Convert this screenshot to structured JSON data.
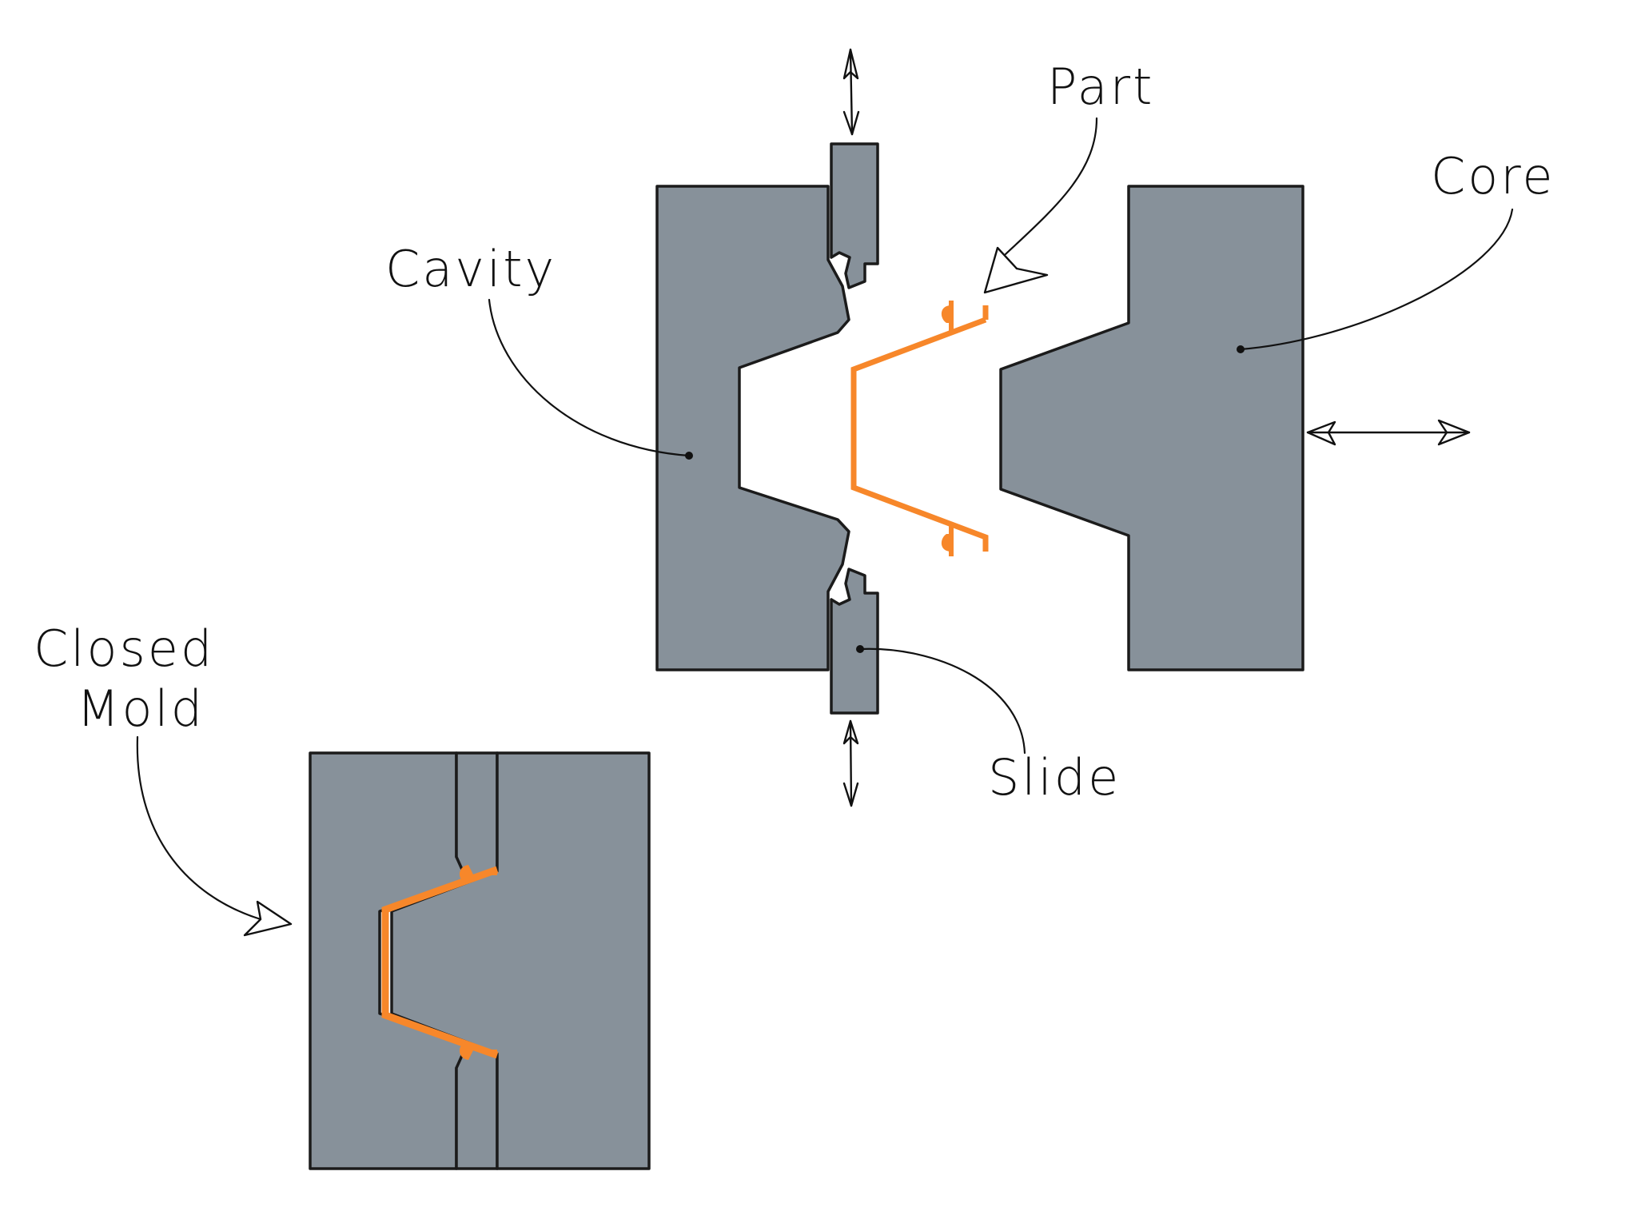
{
  "labels": {
    "part": "Part",
    "core": "Core",
    "cavity": "Cavity",
    "slide": "Slide",
    "closed_mold_line1": "Closed",
    "closed_mold_line2": "Mold"
  },
  "colors": {
    "mold_steel": "#87919a",
    "part_plastic": "#f7872a",
    "outline": "#1b1b1b",
    "background": "#ffffff"
  }
}
